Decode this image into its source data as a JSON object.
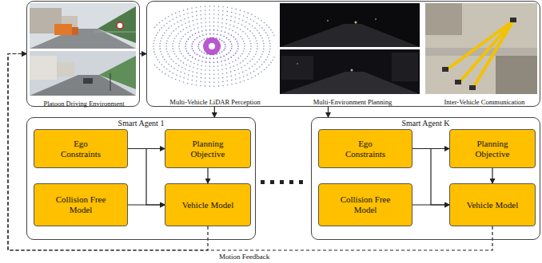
{
  "diagram": {
    "nodes": [
      {
        "text": [
          "Platoon Driving Environment"
        ]
      },
      {
        "text": [
          "Multi-Vehicle LiDAR Perception",
          "Multi-Environment Planning",
          "Inter-Vehicle Communication"
        ]
      },
      {
        "text": [
          "Smart Agent 1"
        ]
      },
      {
        "text": [
          "Ego Constraints"
        ],
        "in": 2
      },
      {
        "text": [
          "Planning Objective"
        ],
        "in": 2
      },
      {
        "text": [
          "Collision Free Model"
        ],
        "in": 2
      },
      {
        "text": [
          "Vehicle Model"
        ],
        "in": 2
      },
      {
        "text": [
          "Smart Agent K"
        ]
      },
      {
        "text": [
          "Ego Constraints"
        ],
        "in": 7
      },
      {
        "text": [
          "Planning Objective"
        ],
        "in": 7
      },
      {
        "text": [
          "Collision Free Model"
        ],
        "in": 7
      },
      {
        "text": [
          "Vehicle Model"
        ],
        "in": 7
      }
    ],
    "edges": [
      {
        "from": 0,
        "to": 1,
        "arrow": "to"
      },
      {
        "from": 1,
        "to": 2,
        "arrow": "to"
      },
      {
        "from": 1,
        "to": 7,
        "arrow": "to"
      },
      {
        "from": 3,
        "to": 4,
        "arrow": "to"
      },
      {
        "from": 3,
        "to": 6,
        "arrow": "to"
      },
      {
        "from": 5,
        "to": 6,
        "arrow": "to"
      },
      {
        "from": 4,
        "to": 6,
        "arrow": "to"
      },
      {
        "from": 8,
        "to": 9,
        "arrow": "to"
      },
      {
        "from": 8,
        "to": 11,
        "arrow": "to"
      },
      {
        "from": 10,
        "to": 11,
        "arrow": "to"
      },
      {
        "from": 9,
        "to": 11,
        "arrow": "to"
      },
      {
        "from": 6,
        "to": 0,
        "arrow": "to"
      },
      {
        "from": 11,
        "to": 0,
        "arrow": "to"
      }
    ],
    "labels": [
      "Motion Feedback"
    ]
  }
}
